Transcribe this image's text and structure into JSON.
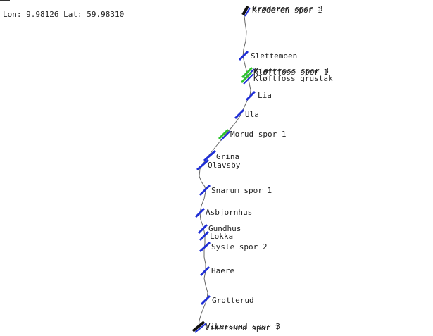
{
  "readout": {
    "text": "Lon: 9.98126 Lat: 59.98310"
  },
  "colors": {
    "track": "#666666",
    "station": "#1f2fd6",
    "station_highlight": "#2ec42e",
    "station_dark": "#111111",
    "label": "#222222"
  },
  "stations": [
    {
      "id": "krøderen",
      "name": "Krøderen spor 1",
      "overlay": "Krøderen spor 3",
      "style": "dark"
    },
    {
      "id": "slettemoen",
      "name": "Slettemoen",
      "style": "normal"
    },
    {
      "id": "kløftfoss",
      "name": "Kløftfoss spor 1",
      "overlay": "Kløftfoss spor 3",
      "style": "highlight"
    },
    {
      "id": "kløftfoss-grustak",
      "name": "Kløftfoss grustak",
      "style": "highlight"
    },
    {
      "id": "lia",
      "name": "Lia",
      "style": "normal"
    },
    {
      "id": "ula",
      "name": "Ula",
      "style": "normal"
    },
    {
      "id": "morud",
      "name": "Morud spor 1",
      "style": "highlight"
    },
    {
      "id": "grina",
      "name": "Grina",
      "style": "normal"
    },
    {
      "id": "olavsby",
      "name": "Olavsby",
      "style": "normal"
    },
    {
      "id": "snarum",
      "name": "Snarum spor 1",
      "style": "normal"
    },
    {
      "id": "asbjornhus",
      "name": "Asbjornhus",
      "style": "normal"
    },
    {
      "id": "gundhus",
      "name": "Gundhus",
      "style": "normal"
    },
    {
      "id": "lokka",
      "name": "Lokka",
      "style": "normal"
    },
    {
      "id": "sysle",
      "name": "Sysle spor 2",
      "style": "normal"
    },
    {
      "id": "haere",
      "name": "Haere",
      "style": "normal"
    },
    {
      "id": "grotterud",
      "name": "Grotterud",
      "style": "normal"
    },
    {
      "id": "vikersund",
      "name": "Vikersund spor 1",
      "overlay": "Vikersund spor 3",
      "style": "dark"
    }
  ]
}
